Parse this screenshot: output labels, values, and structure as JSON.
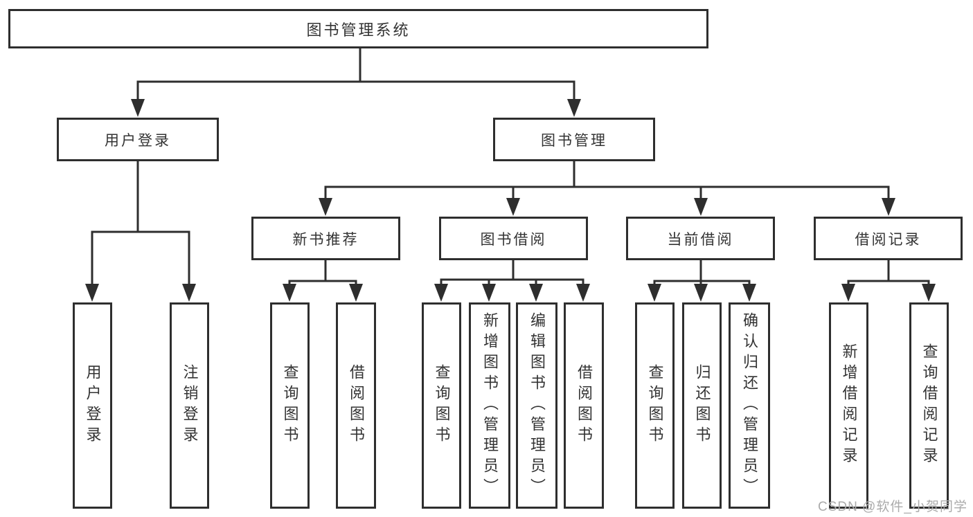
{
  "diagram": {
    "title": "图书管理系统",
    "watermark": "CSDN @软件_小贺同学",
    "colors": {
      "line": "#2e2e2e",
      "box_background": "#ffffff",
      "text": "#333333",
      "watermark": "#ababab"
    },
    "nodes": {
      "root": {
        "label": "图书管理系统"
      },
      "user_login": {
        "label": "用户登录"
      },
      "book_manage": {
        "label": "图书管理"
      },
      "new_book_rec": {
        "label": "新书推荐"
      },
      "book_borrow": {
        "label": "图书借阅"
      },
      "current_borrow": {
        "label": "当前借阅"
      },
      "borrow_records": {
        "label": "借阅记录"
      },
      "leaf_user_login": {
        "label": "用户登录"
      },
      "leaf_logout": {
        "label": "注销登录"
      },
      "leaf_query_books_rec": {
        "label": "查询图书"
      },
      "leaf_borrow_books_rec": {
        "label": "借阅图书"
      },
      "leaf_query_books_borrow": {
        "label": "查询图书"
      },
      "leaf_add_books": {
        "label": "新增图书（管理员）"
      },
      "leaf_edit_books": {
        "label": "编辑图书（管理员）"
      },
      "leaf_borrow_books_borrow": {
        "label": "借阅图书"
      },
      "leaf_query_books_current": {
        "label": "查询图书"
      },
      "leaf_return_books": {
        "label": "归还图书"
      },
      "leaf_confirm_return": {
        "label": "确认归还（管理员）"
      },
      "leaf_add_borrow_record": {
        "label": "新增借阅记录"
      },
      "leaf_query_borrow_record": {
        "label": "查询借阅记录"
      }
    }
  }
}
